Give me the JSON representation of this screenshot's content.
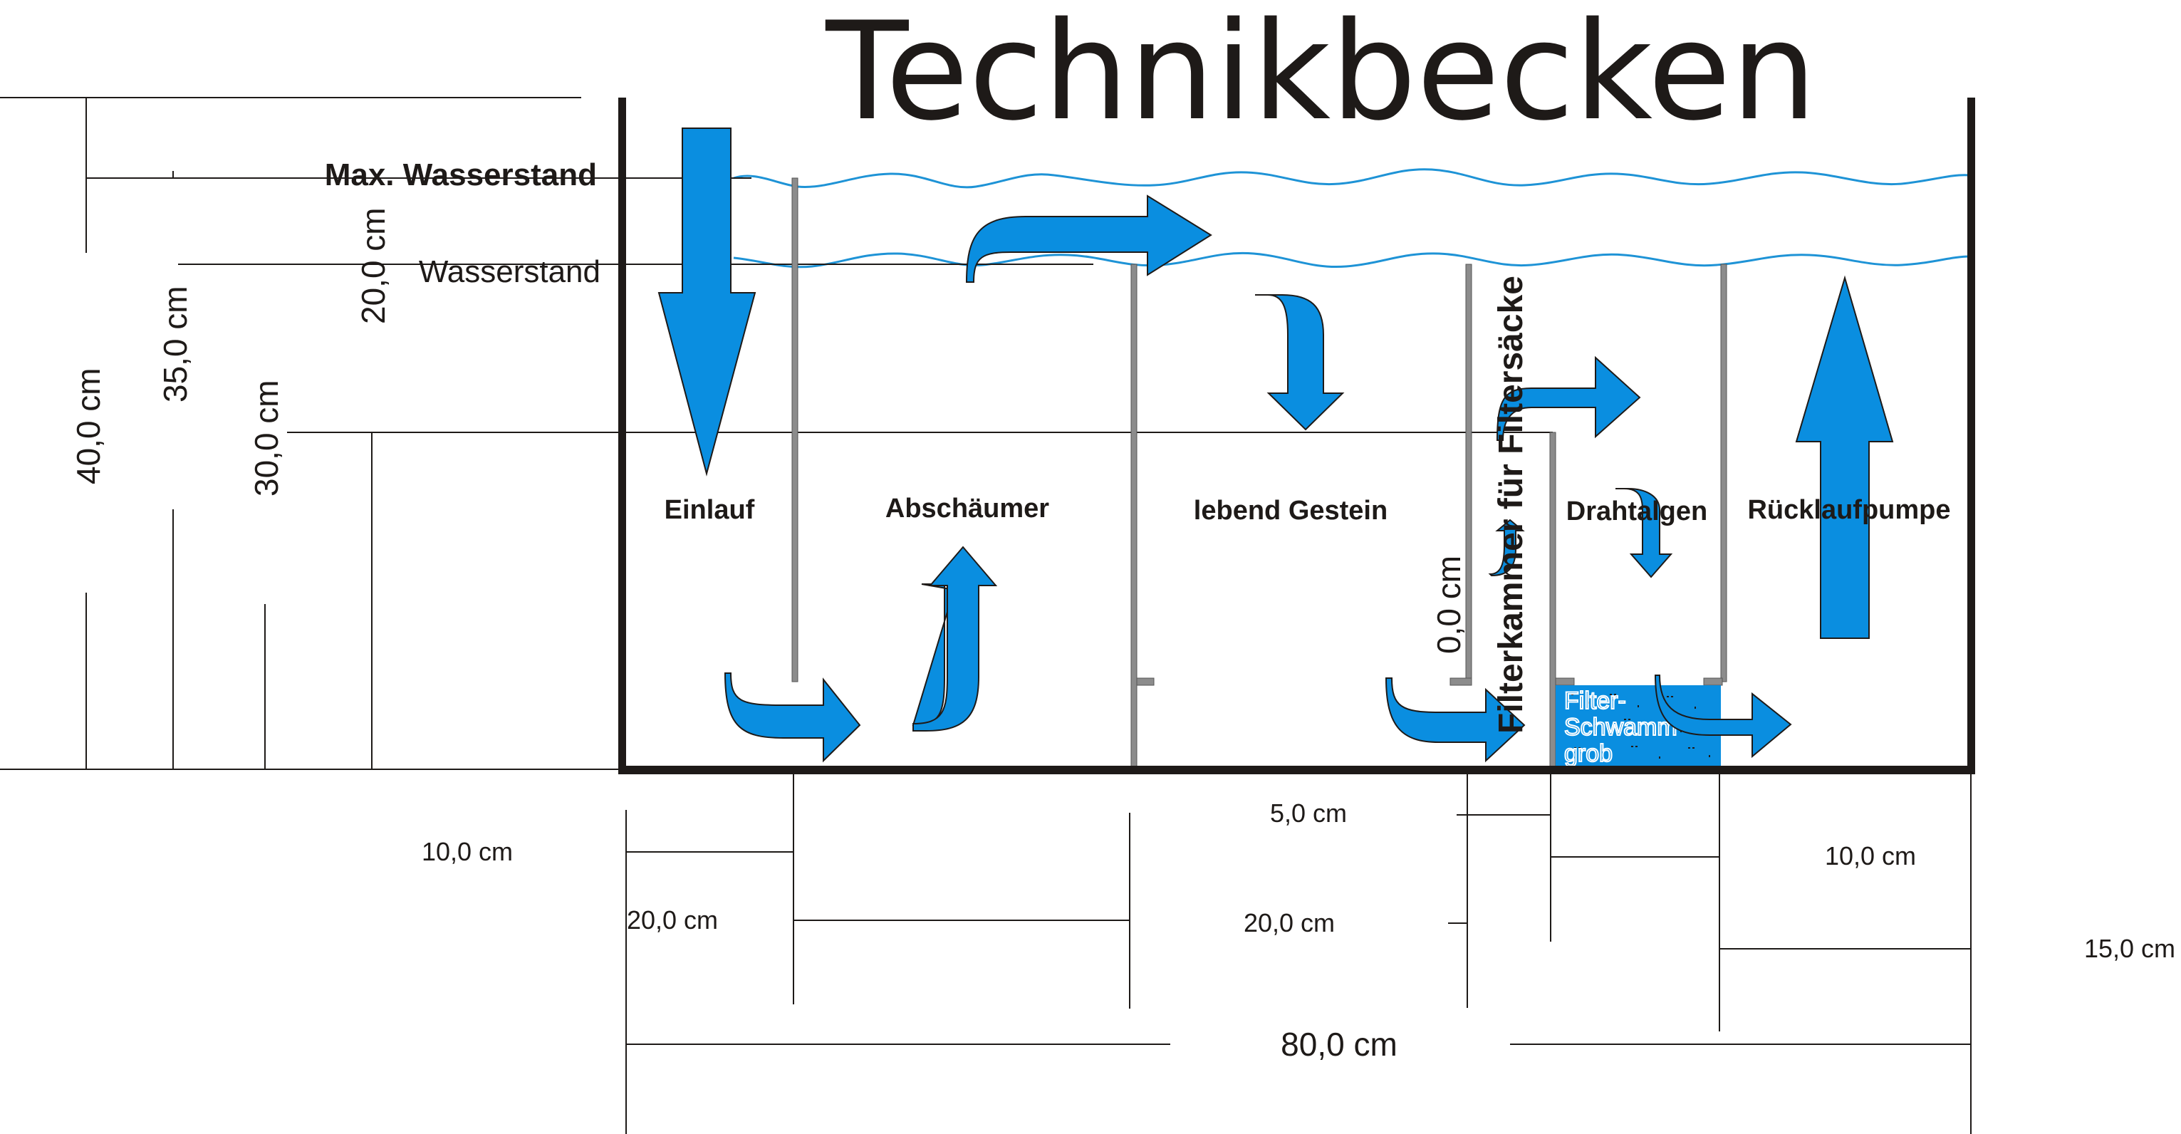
{
  "title": "Technikbecken",
  "colors": {
    "water_blue": "#0a8ee0",
    "wave_line": "#1e93d6",
    "wall": "#1e1a18",
    "baffle": "#8c8c8c"
  },
  "water_levels": {
    "max": "Max. Wasserstand",
    "normal": "Wasserstand"
  },
  "chambers": {
    "einlauf": "Einlauf",
    "abschaeumer": "Abschäumer",
    "lebend_gestein": "lebend Gestein",
    "filterkammer": "Filterkammer für Filtersäcke",
    "drahtalgen": "Drahtalgen",
    "ruecklaufpumpe": "Rücklaufpumpe"
  },
  "sponge": {
    "line1": "Filter-",
    "line2": "Schwamm",
    "line3": "grob"
  },
  "vertical_dimensions": {
    "total_height": "40,0 cm",
    "max_water": "35,0 cm",
    "water": "30,0 cm",
    "baffle_gap": "20,0 cm",
    "filter_chamber": "0,0 cm"
  },
  "horizontal_dimensions": {
    "einlauf_width": "10,0 cm",
    "abschaeumer_width": "20,0 cm",
    "gestein_width": "20,0 cm",
    "filter_width": "5,0 cm",
    "drahtalgen_width": "10,0 cm",
    "pumpe_width": "15,0 cm",
    "total_width": "80,0 cm"
  },
  "flow_arrows": [
    "inlet-down",
    "einlauf-under-baffle",
    "skimmer-up",
    "over-baffle-right",
    "gestein-down",
    "into-filterkammer",
    "filterkammer-up",
    "over-baffle-to-drahtalgen",
    "drahtalgen-down",
    "through-sponge",
    "pump-up"
  ]
}
